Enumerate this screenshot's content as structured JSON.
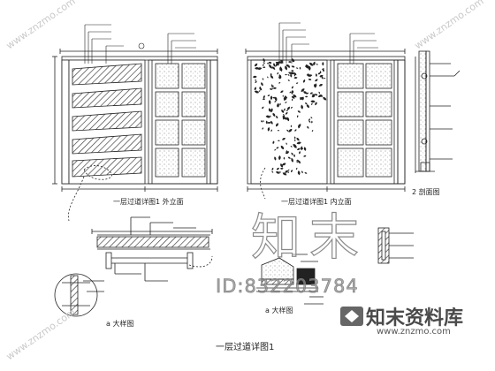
{
  "drawing": {
    "main_title": "一层过道详图1",
    "view_left_title": "一层过道详图1 外立面",
    "view_right_title": "一层过道详图1 内立面",
    "section_title": "2 剖面图",
    "detail_left_title": "a 大样图",
    "detail_mid_title": "a 大样图"
  },
  "watermark": {
    "big_text": "知末",
    "id_text": "ID:832203784",
    "logo_text": "知末资料库",
    "url": "www.znzmo.com",
    "brand_color": "#7a7a7a"
  }
}
